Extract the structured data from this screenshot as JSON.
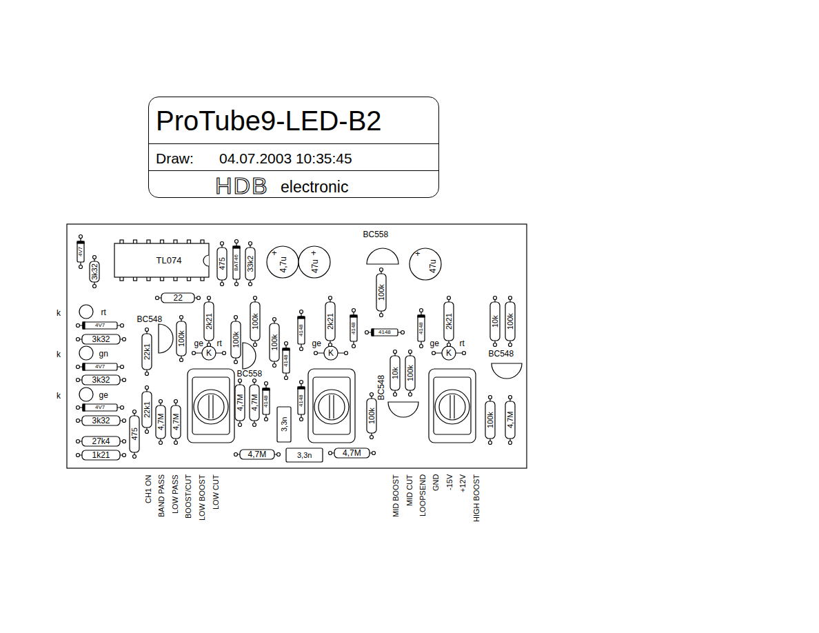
{
  "diagram": {
    "nodes": [
      {
        "text": [
          "ProTube9-LED-B2",
          "Draw:",
          "04.07.2003 10:35:45",
          "HDB",
          "electronic"
        ]
      }
    ],
    "labels": [
      "4V7",
      "3k32",
      "TL074",
      "475",
      "BAT46",
      "33k2",
      "+",
      "4,7u",
      "+",
      "47u",
      "BC558",
      "+",
      "47u",
      "100k",
      "22",
      "2k21",
      "100k",
      "4148",
      "2k21",
      "4148",
      "4148",
      "4148",
      "2k21",
      "10k",
      "100k",
      "k",
      "rt",
      "4V7",
      "3k32",
      "k",
      "gn",
      "4V7",
      "3k32",
      "k",
      "ge",
      "4V7",
      "3k32",
      "27k4",
      "1k21",
      "BC548",
      "22k1",
      "100k",
      "ge",
      "K",
      "rt",
      "100k",
      "BC558",
      "100k",
      "4148",
      "ge",
      "K",
      "BC548",
      "ge",
      "K",
      "rt",
      "BC548",
      "10k",
      "100k",
      "22k1",
      "475",
      "4,7M",
      "4,7M",
      "4,7M",
      "4,7M",
      "4148",
      "3,3n",
      "4148",
      "100k",
      "100k",
      "4,7M",
      "4,7M",
      "3,3n",
      "4,7M",
      "CH1 ON",
      "BAND PASS",
      "LOW PASS",
      "BOOST/CUT",
      "LOW BOOST",
      "LOW CUT",
      "MID BOOST",
      "MID CUT",
      "LOOPSEND",
      "GND",
      "-15V",
      "+12V",
      "HIGH BOOST"
    ]
  }
}
